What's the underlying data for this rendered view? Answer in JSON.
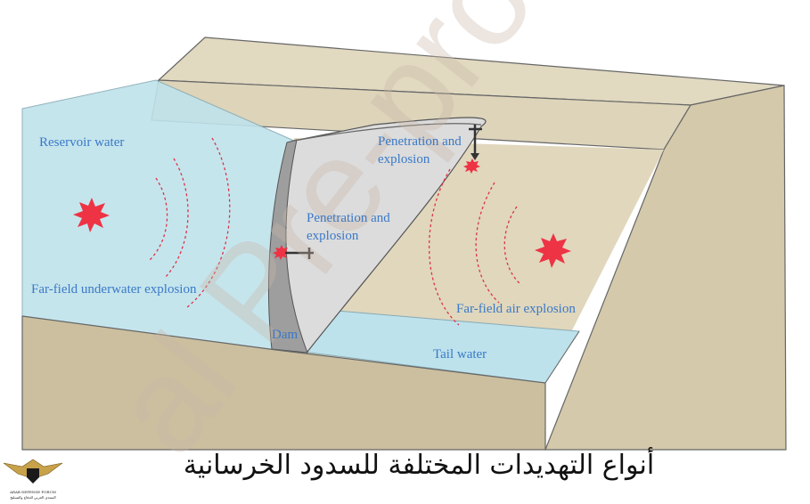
{
  "labels": {
    "reservoir_water": "Reservoir water",
    "penetration_top_line1": "Penetration and",
    "penetration_top_line2": "explosion",
    "penetration_mid_line1": "Penetration and",
    "penetration_mid_line2": "explosion",
    "far_field_underwater": "Far-field underwater explosion",
    "far_field_air": "Far-field air explosion",
    "dam": "Dam",
    "tail_water": "Tail water"
  },
  "watermark": "al Pre-proof",
  "caption": "أنواع التهديدات المختلفة للسدود الخرسانية",
  "logo": {
    "line1": "ARAB DEFENSE FORUM",
    "line2": "المنتدى العربي للدفاع والتسليح"
  },
  "colors": {
    "ground": "#d8cfb3",
    "ground_dark": "#cbbf9f",
    "reservoir": "#bfe3ec",
    "dam_face": "#dcdcdc",
    "dam_edge": "#9e9e9e",
    "label_text": "#3a79c7",
    "blast": "#ee3344",
    "wave": "#dd3344"
  }
}
